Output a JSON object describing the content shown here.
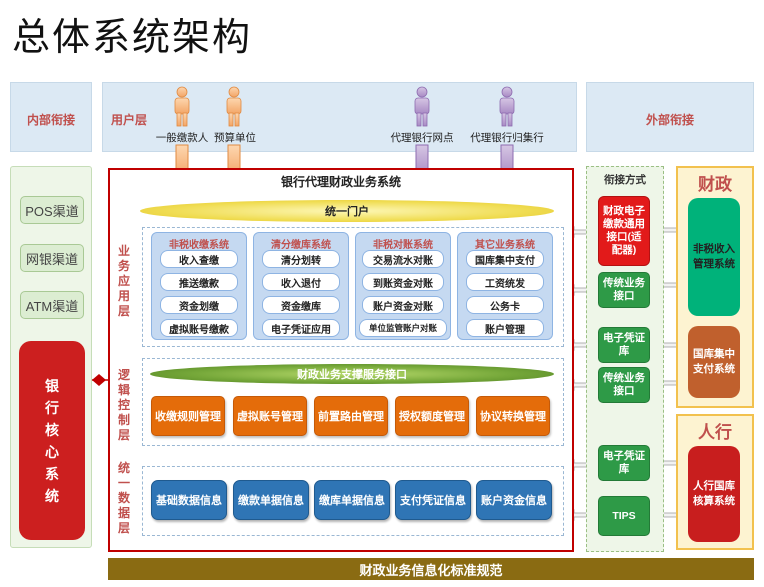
{
  "title": "总体系统架构",
  "top": {
    "internal_label": "内部衔接",
    "user_layer_label": "用户层",
    "external_label": "外部衔接",
    "users": [
      "一般缴款人",
      "预算单位",
      "代理银行网点",
      "代理银行归集行"
    ]
  },
  "left": {
    "channels": [
      "POS渠道",
      "网银渠道",
      "ATM渠道"
    ],
    "core_system": "银行核心系统"
  },
  "main": {
    "title": "银行代理财政业务系统",
    "portal": "统一门户",
    "layers": {
      "business": "业务应用层",
      "logic": "逻辑控制层",
      "data": "统一数据层"
    },
    "groups": [
      {
        "title": "非税收缴系统",
        "items": [
          "收入查缴",
          "推送缴款",
          "资金划缴",
          "虚拟账号缴款"
        ]
      },
      {
        "title": "清分缴库系统",
        "items": [
          "清分划转",
          "收入退付",
          "资金缴库",
          "电子凭证应用"
        ]
      },
      {
        "title": "非税对账系统",
        "items": [
          "交易流水对账",
          "到账资金对账",
          "账户资金对账",
          "单位监管账户对账"
        ]
      },
      {
        "title": "其它业务系统",
        "items": [
          "国库集中支付",
          "工资统发",
          "公务卡",
          "账户管理"
        ]
      }
    ],
    "service_interface": "财政业务支撑服务接口",
    "logic_items": [
      "收缴规则管理",
      "虚拟账号管理",
      "前置路由管理",
      "授权额度管理",
      "协议转换管理"
    ],
    "data_items": [
      "基础数据信息",
      "缴款单据信息",
      "缴库单据信息",
      "支付凭证信息",
      "账户资金信息"
    ]
  },
  "interfaces": {
    "title": "衔接方式",
    "items": [
      "财政电子缴款通用接口(适配器)",
      "传统业务接口",
      "电子凭证库",
      "传统业务接口",
      "电子凭证库",
      "TIPS"
    ]
  },
  "finance": {
    "title": "财政",
    "systems": [
      "非税收入管理系统",
      "国库集中支付系统"
    ]
  },
  "pboc": {
    "title": "人行",
    "systems": [
      "人行国库核算系统"
    ]
  },
  "footer": "财政业务信息化标准规范",
  "colors": {
    "frame_red": "#c00000",
    "accent_blue": "#2f75b5",
    "accent_orange": "#e46c0a",
    "accent_green": "#2e9a47"
  }
}
